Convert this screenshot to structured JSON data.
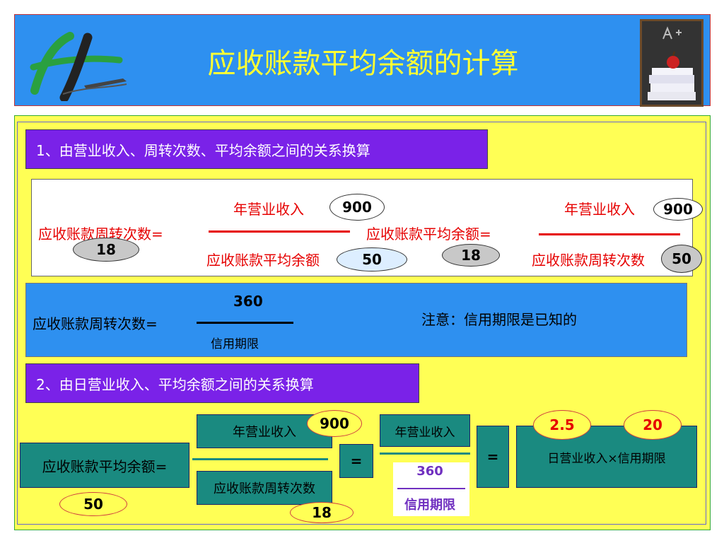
{
  "title": "应收账款平均余额的计算",
  "section1": {
    "banner": "1、由营业收入、周转次数、平均余额之间的关系换算",
    "formula_a": {
      "lhs": "应收账款周转次数=",
      "numerator": "年营业收入",
      "denominator": "应收账款平均余额",
      "num_value": "900",
      "den_value": "50",
      "result": "18"
    },
    "formula_b": {
      "lhs": "应收账款平均余额=",
      "numerator": "年营业收入",
      "denominator": "应收账款周转次数",
      "num_value": "900",
      "den_value": "18",
      "result": "50"
    }
  },
  "formula_c": {
    "lhs": "应收账款周转次数=",
    "numerator": "360",
    "denominator": "信用期限",
    "note": "注意：信用期限是已知的"
  },
  "section2": {
    "banner": "2、由日营业收入、平均余额之间的关系换算",
    "lhs": "应收账款平均余额=",
    "lhs_value": "50",
    "numerator": "年营业收入",
    "num_value": "900",
    "denominator": "应收账款周转次数",
    "den_value": "18",
    "eq1": "=",
    "mid_numerator": "年营业收入",
    "mid_denominator_top": "360",
    "mid_denominator_bottom": "信用期限",
    "eq2": "=",
    "rhs": "日营业收入×信用期限",
    "rhs_value_a": "2.5",
    "rhs_value_b": "20"
  }
}
